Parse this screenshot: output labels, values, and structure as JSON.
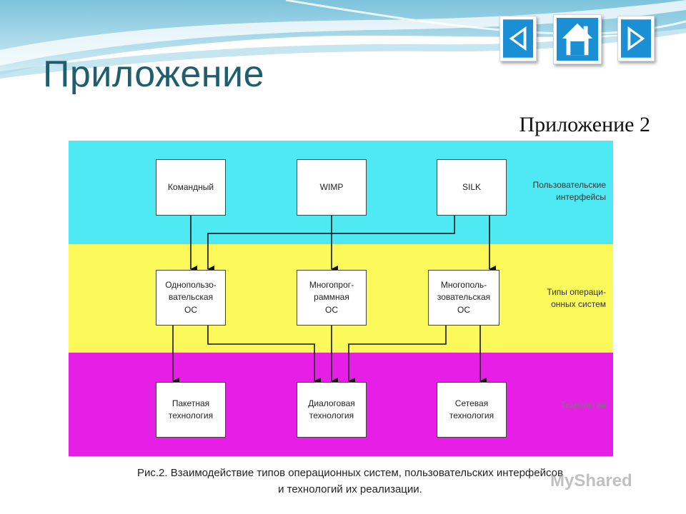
{
  "slide": {
    "title": "Приложение",
    "subtitle": "Приложение 2"
  },
  "nav": {
    "prev_icon": "triangle-left-icon",
    "home_icon": "house-icon",
    "next_icon": "triangle-right-icon",
    "icon_color": "#1a8fd3"
  },
  "diagram": {
    "bands": [
      {
        "id": "ui",
        "label": "Пользовательские\nинтерфейсы",
        "color": "#4ee9f2"
      },
      {
        "id": "os",
        "label": "Типы операци-\nонных систем",
        "color": "#fbf95a"
      },
      {
        "id": "tech",
        "label": "Технологии",
        "color": "#e61ee6"
      }
    ],
    "nodes": {
      "cmd": "Командный",
      "wimp": "WIMP",
      "silk": "SILK",
      "single_user": "Однопользо-\nвательская\nОС",
      "multi_program": "Многопрог-\nраммная\nОС",
      "multi_user": "Многополь-\nзовательская\nОС",
      "batch": "Пакетная\nтехнология",
      "dialog": "Диалоговая\nтехнология",
      "network": "Сетевая\nтехнология"
    },
    "edges": [
      [
        "cmd",
        "single_user"
      ],
      [
        "silk",
        "single_user"
      ],
      [
        "wimp",
        "multi_program"
      ],
      [
        "silk",
        "multi_user"
      ],
      [
        "single_user",
        "batch"
      ],
      [
        "single_user",
        "dialog"
      ],
      [
        "multi_program",
        "dialog"
      ],
      [
        "multi_user",
        "dialog"
      ],
      [
        "multi_user",
        "network"
      ]
    ]
  },
  "caption": {
    "line1": "Рис.2. Взаимодействие типов операционных систем, пользовательских интерфейсов",
    "line2": "и технологий их реализации."
  },
  "watermark": "MyShared"
}
